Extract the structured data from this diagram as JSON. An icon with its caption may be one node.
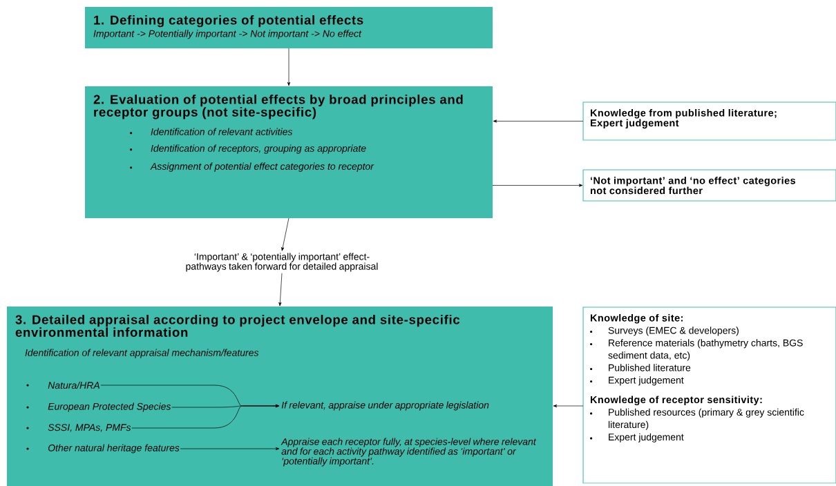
{
  "diagram": {
    "nodes": [
      {
        "text": [
          "1. Defining categories of potential effects",
          "Important -> Potentially important -> Not important -> No effect"
        ]
      },
      {
        "text": [
          "2. Evaluation of potential effects by broad principles and receptor groups (not site-specific)",
          "Identification of relevant activities",
          "Identification of receptors, grouping as appropriate",
          "Assignment of potential effect categories to receptor"
        ]
      },
      {
        "text": [
          "Knowledge from published literature; Expert judgement"
        ]
      },
      {
        "text": [
          "‘Not important’ and ‘no effect’ categories not considered further"
        ]
      },
      {
        "text": [
          "‘Important’ & ‘potentially important’ effect-pathways taken forward for detailed appraisal"
        ]
      },
      {
        "text": [
          "3. Detailed appraisal according to project envelope and site-specific environmental information",
          "Identification of relevant appraisal mechanism/features"
        ]
      },
      {
        "text": [
          "Natura/HRA"
        ],
        "in": 5
      },
      {
        "text": [
          "European Protected Species"
        ],
        "in": 5
      },
      {
        "text": [
          "SSSI, MPAs, PMFs"
        ],
        "in": 5
      },
      {
        "text": [
          "Other natural heritage features"
        ],
        "in": 5
      },
      {
        "text": [
          "If relevant, appraise under appropriate legislation"
        ],
        "in": 5
      },
      {
        "text": [
          "Appraise each receptor fully, at species-level where relevant and for each activity pathway identified as ‘important’ or ‘potentially important’."
        ],
        "in": 5
      },
      {
        "text": [
          "Knowledge of site:",
          "Surveys (EMEC & developers)",
          "Reference materials (bathymetry charts, BGS sediment data, etc)",
          "Published literature",
          "Expert judgement",
          "Knowledge of receptor sensitivity:",
          "Published resources (primary & grey scientific literature)",
          "Expert judgement"
        ]
      }
    ],
    "edges": [
      {
        "from": 0,
        "to": 1,
        "arrow": "to"
      },
      {
        "from": 2,
        "to": 1,
        "arrow": "to"
      },
      {
        "from": 1,
        "to": 3,
        "arrow": "to"
      },
      {
        "from": 1,
        "to": 4,
        "arrow": "to"
      },
      {
        "from": 4,
        "to": 5,
        "arrow": "to"
      },
      {
        "from": 12,
        "to": 5,
        "arrow": "to"
      },
      {
        "from": 6,
        "to": 10,
        "arrow": "to"
      },
      {
        "from": 7,
        "to": 10,
        "arrow": "to"
      },
      {
        "from": 8,
        "to": 10,
        "arrow": "to"
      },
      {
        "from": 9,
        "to": 11,
        "arrow": "to"
      }
    ]
  }
}
